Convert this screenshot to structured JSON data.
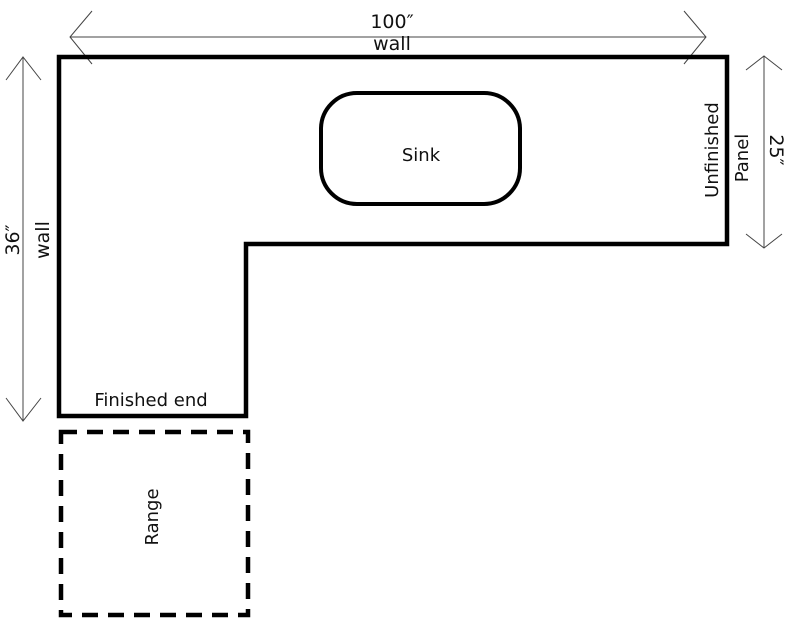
{
  "dimensions": {
    "top_length": "100″",
    "top_label": "wall",
    "left_length": "36″",
    "left_label": "wall",
    "right_length": "25″"
  },
  "labels": {
    "sink": "Sink",
    "unfinished": "Unfinished",
    "panel": "Panel",
    "finished_end": "Finished end",
    "range": "Range"
  },
  "colors": {
    "stroke": "#000000",
    "arrow": "#555555"
  }
}
